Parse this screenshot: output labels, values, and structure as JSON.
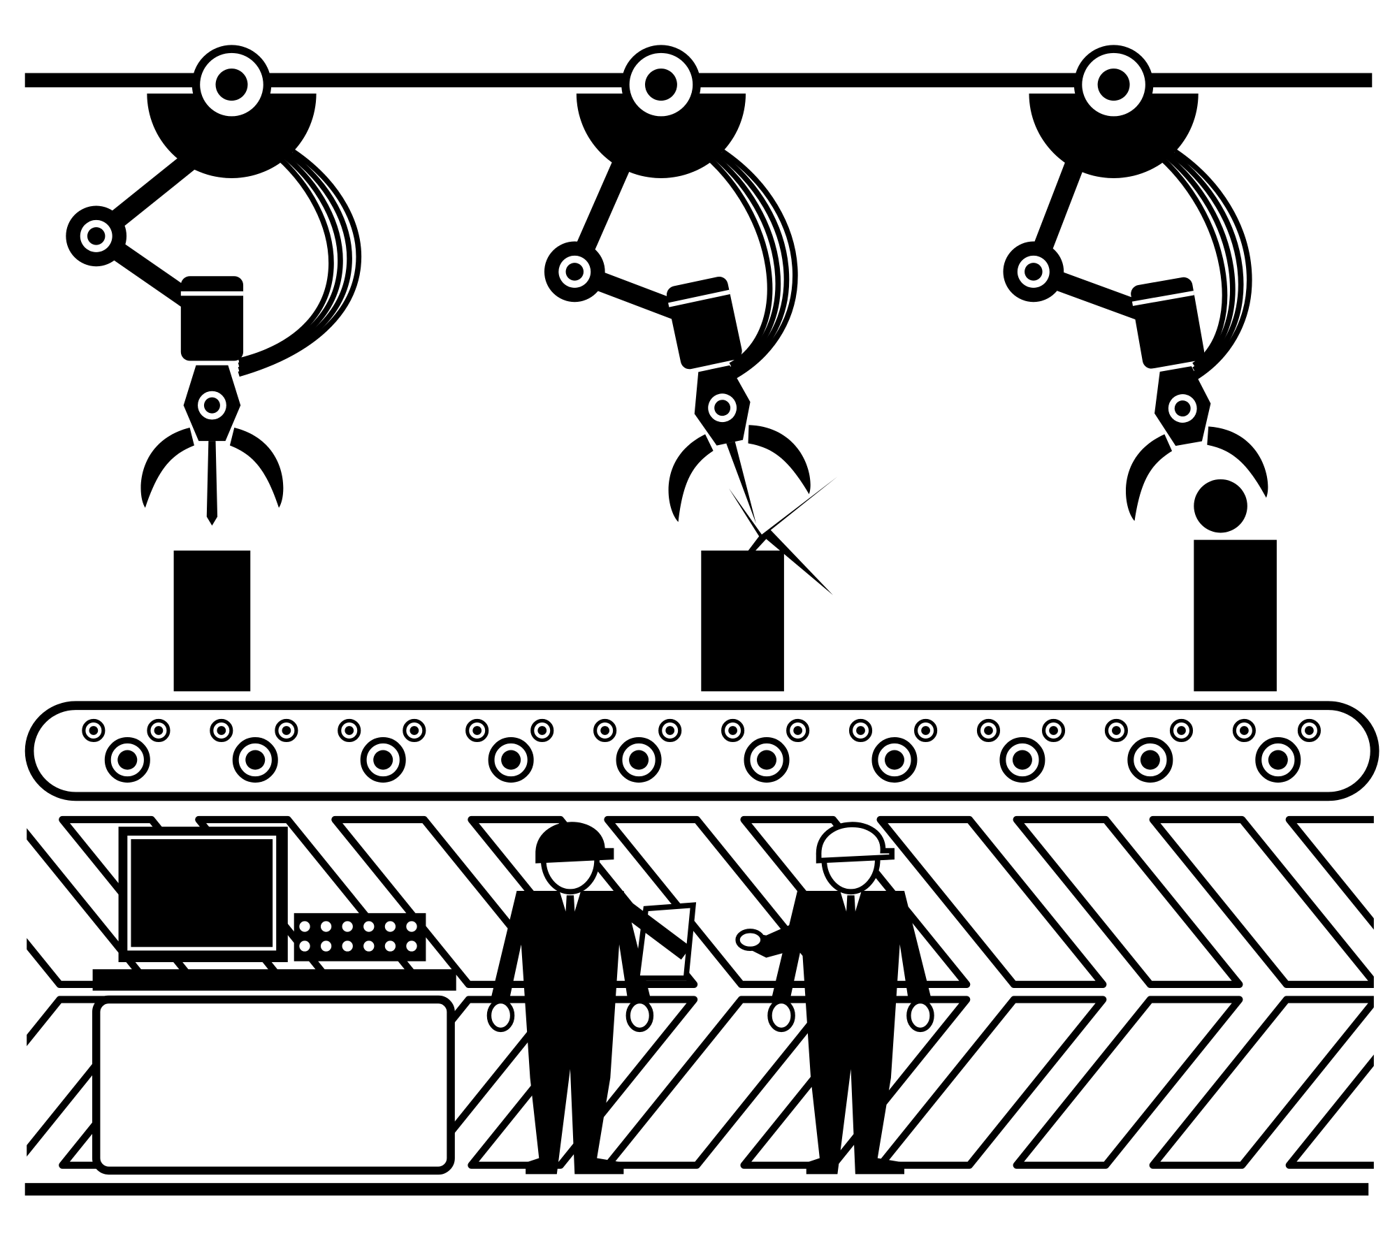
{
  "colors": {
    "ink": "#000000",
    "background": "#ffffff"
  },
  "scene": {
    "robot_arms": 3,
    "products_on_belt": 3,
    "roller_groups": 10,
    "workers": 2
  }
}
